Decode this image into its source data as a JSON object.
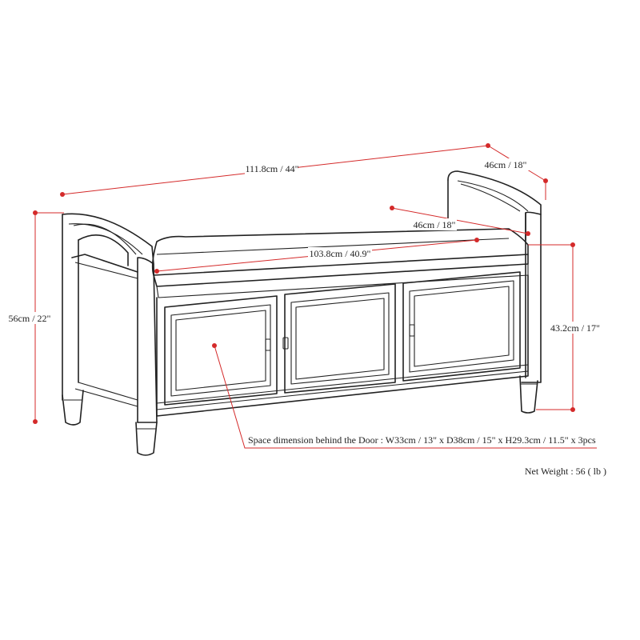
{
  "dimensions": {
    "overall_width": "111.8cm / 44\"",
    "overall_depth": "46cm / 18\"",
    "seat_depth": "46cm / 18\"",
    "seat_width": "103.8cm / 40.9\"",
    "overall_height": "56cm / 22\"",
    "seat_height": "43.2cm / 17\""
  },
  "notes": {
    "space_behind_door": "Space dimension behind the Door  : W33cm / 13\" x D38cm / 15\" x H29.3cm / 11.5\" x 3pcs",
    "net_weight": "Net Weight : 56 ( lb )"
  },
  "colors": {
    "dimension_line": "#d42a2a",
    "drawing_line": "#222222"
  }
}
